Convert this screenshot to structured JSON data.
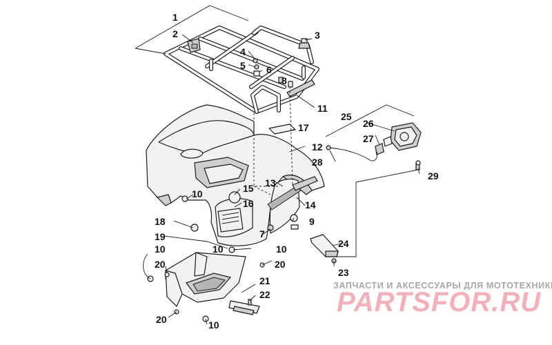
{
  "callouts": {
    "c1": "1",
    "c2": "2",
    "c3": "3",
    "c4": "4",
    "c5": "5",
    "c6": "6",
    "c7": "7",
    "c8": "8",
    "c9": "9",
    "c10a": "10",
    "c10b": "10",
    "c10c": "10",
    "c10d": "10",
    "c10e": "10",
    "c11": "11",
    "c12": "12",
    "c13": "13",
    "c14": "14",
    "c15": "15",
    "c16": "16",
    "c17": "17",
    "c18": "18",
    "c19": "19",
    "c20a": "20",
    "c20b": "20",
    "c20c": "20",
    "c21": "21",
    "c22": "22",
    "c23": "23",
    "c24": "24",
    "c25": "25",
    "c26": "26",
    "c27": "27",
    "c28": "28",
    "c29": "29"
  },
  "watermark": {
    "subtitle": "ЗАПЧАСТИ И АКСЕССУАРЫ ДЛЯ МОТОТЕХНИКИ",
    "logo": "PARTSFOR.RU"
  }
}
